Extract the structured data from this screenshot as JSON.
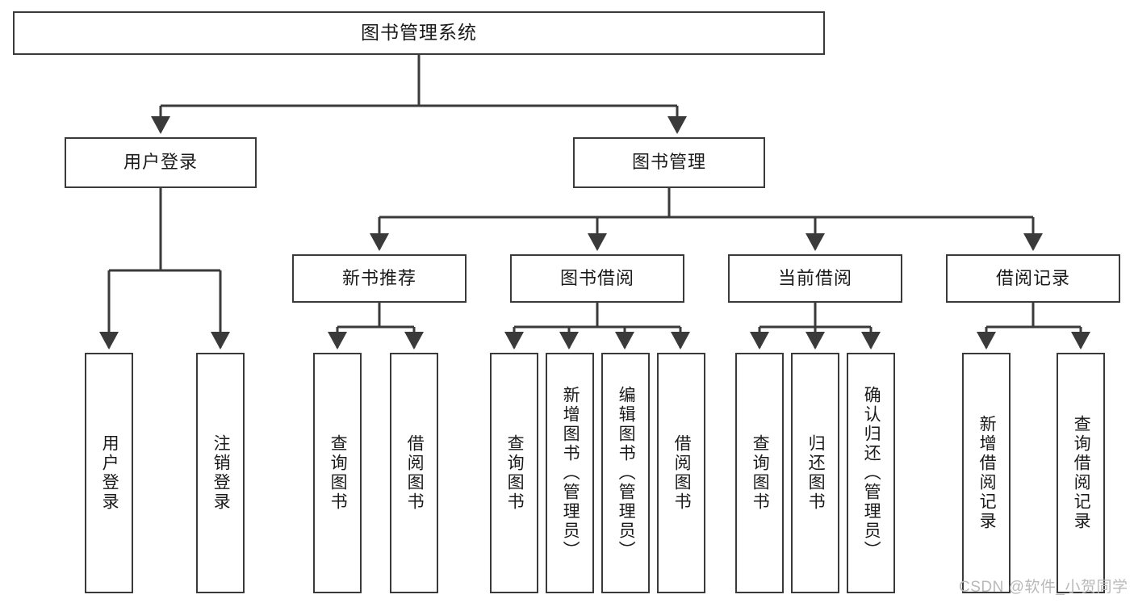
{
  "diagram": {
    "title_text": "图书管理系统",
    "type": "tree-hierarchy",
    "colors": {
      "stroke": "#3a3a3a",
      "fill": "#ffffff",
      "text": "#1a1a1a",
      "watermark": "#b9b9b9"
    },
    "root": {
      "label": "图书管理系统"
    },
    "level2": [
      {
        "label": "用户登录"
      },
      {
        "label": "图书管理"
      }
    ],
    "level3": [
      {
        "label": "新书推荐"
      },
      {
        "label": "图书借阅"
      },
      {
        "label": "当前借阅"
      },
      {
        "label": "借阅记录"
      }
    ],
    "leaves": {
      "user_login": [
        {
          "label": "用户登录"
        },
        {
          "label": "注销登录"
        }
      ],
      "new_book_recommend": [
        {
          "label": "查询图书"
        },
        {
          "label": "借阅图书"
        }
      ],
      "book_borrow": [
        {
          "label": "查询图书"
        },
        {
          "label": "新增图书（管理员）"
        },
        {
          "label": "编辑图书（管理员）"
        },
        {
          "label": "借阅图书"
        }
      ],
      "current_borrow": [
        {
          "label": "查询图书"
        },
        {
          "label": "归还图书"
        },
        {
          "label": "确认归还（管理员）"
        }
      ],
      "borrow_record": [
        {
          "label": "新增借阅记录"
        },
        {
          "label": "查询借阅记录"
        }
      ]
    },
    "watermark": "CSDN @软件_小贺同学"
  }
}
